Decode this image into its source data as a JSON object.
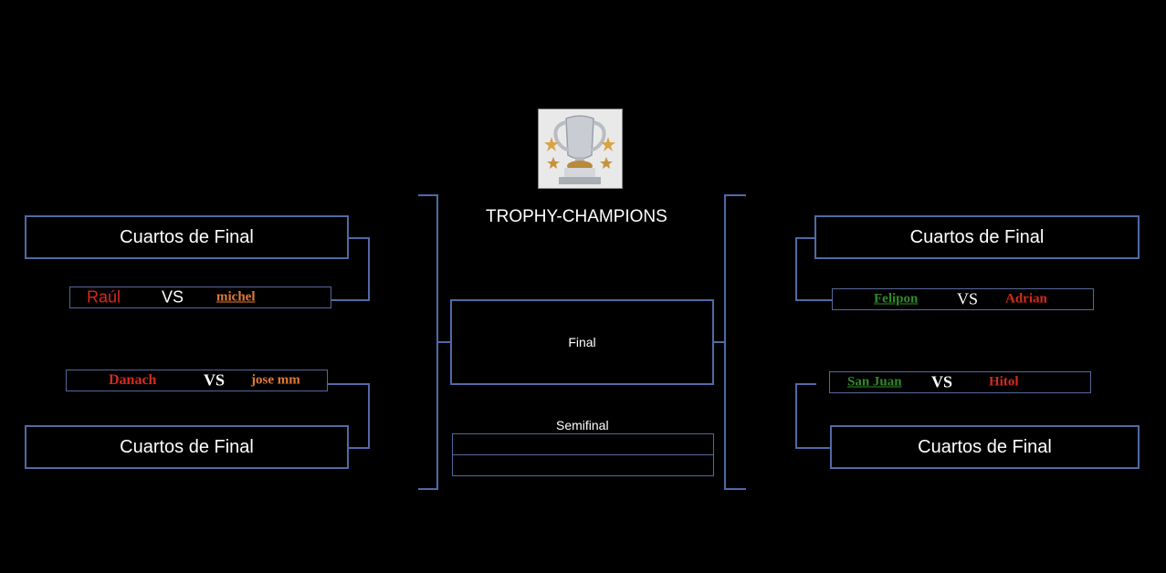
{
  "header": {
    "title": "TROPHY-CHAMPIONS"
  },
  "center": {
    "final_label": "Final",
    "semifinal_label": "Semifinal"
  },
  "left": {
    "top_box_label": "Cuartos de Final",
    "bottom_box_label": "Cuartos de Final",
    "match1": {
      "player1": "Raúl",
      "vs": "VS",
      "player2": "michel"
    },
    "match2": {
      "player1": "Danach",
      "vs": "VS",
      "player2": "jose mm"
    }
  },
  "right": {
    "top_box_label": "Cuartos de Final",
    "bottom_box_label": "Cuartos de Final",
    "match1": {
      "player1": "Felipon",
      "vs": "VS",
      "player2": "Adrian"
    },
    "match2": {
      "player1": "San Juan",
      "vs": "VS",
      "player2": "Hitol"
    }
  },
  "colors": {
    "background": "#000000",
    "border": "#4f6aa6",
    "red": "#d42a1f",
    "orange": "#e07a36",
    "green": "#2f8a2a"
  }
}
